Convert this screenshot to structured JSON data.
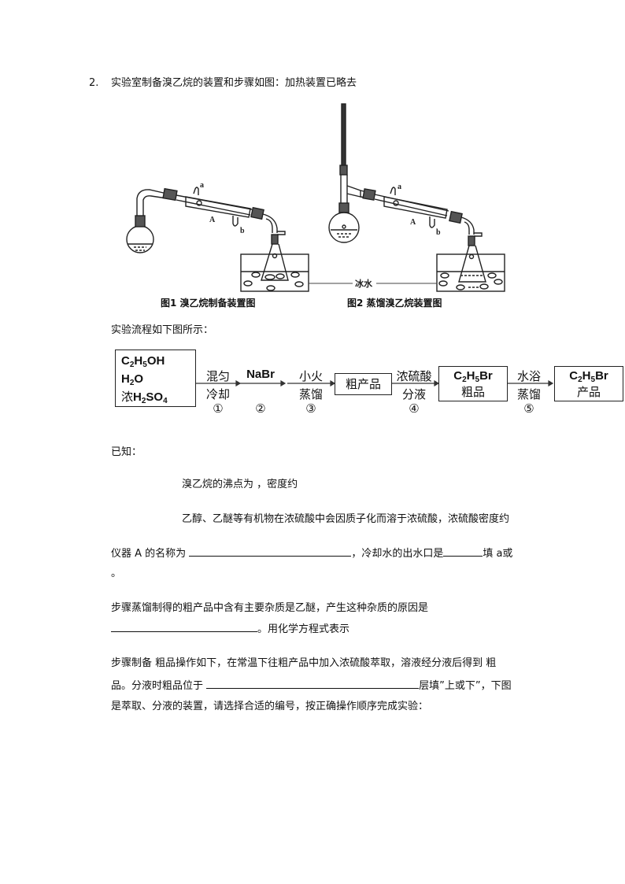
{
  "question": {
    "number": "2.",
    "title": "实验室制备溴乙烷的装置和步骤如图：加热装置已略去"
  },
  "figures": {
    "fig1_caption": "图1  溴乙烷制备装置图",
    "fig2_caption": "图2  蒸馏溴乙烷装置图",
    "label_a": "a",
    "label_b": "b",
    "label_A": "A",
    "ice_water": "冰水"
  },
  "flow_intro": "实验流程如下图所示：",
  "flowchart": {
    "reactants": [
      "C2H5OH",
      "H2O",
      "浓H2SO4"
    ],
    "steps": [
      {
        "top": "混匀",
        "bottom": "冷却",
        "num": "①"
      },
      {
        "top": "NaBr",
        "bottom": "",
        "num": "②"
      },
      {
        "top": "小火",
        "bottom": "蒸馏",
        "num": "③"
      },
      {
        "top": "浓硫酸",
        "bottom": "分液",
        "num": "④"
      },
      {
        "top": "水浴",
        "bottom": "蒸馏",
        "num": "⑤"
      }
    ],
    "crude_product": "粗产品",
    "crude_br": {
      "formula": "C2H5Br",
      "label": "粗品"
    },
    "final_br": {
      "formula": "C2H5Br",
      "label": "产品"
    }
  },
  "known": {
    "heading": "已知：",
    "item1": "溴乙烷的沸点为 ，密度约",
    "item2": "乙醇、乙醚等有机物在浓硫酸中会因质子化而溶于浓硫酸，浓硫酸密度约"
  },
  "q1": {
    "before": "仪器 A 的名称为",
    "middle": "，冷却水的出水口是",
    "after": "填 a或",
    "line2": "。"
  },
  "q2": {
    "line1": "步骤蒸馏制得的粗产品中含有主要杂质是乙醚，产生这种杂质的原因是",
    "line2_after": "。用化学方程式表示"
  },
  "q3": {
    "line1": "步骤制备  粗品操作如下，在常温下往粗产品中加入浓硫酸萃取，溶液经分液后得到  粗",
    "line2_before": "品。分液时粗品位于",
    "line2_after": "层填”上或下”，下图",
    "line3": "是萃取、分液的装置，请选择合适的编号，按正确操作顺序完成实验："
  }
}
